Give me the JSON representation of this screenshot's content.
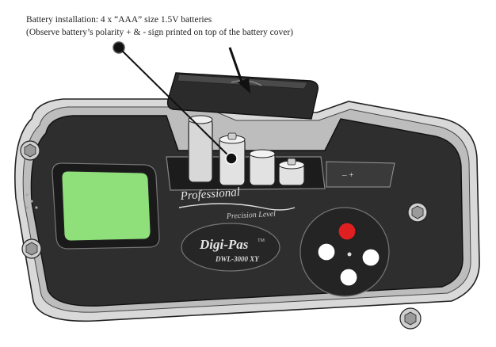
{
  "caption": {
    "line1": "Battery installation: 4 x “AAA” size 1.5V batteries",
    "line2": "(Observe battery’s polarity + & - sign printed on top of the battery cover)"
  },
  "device": {
    "brand_line1": "Professional",
    "brand_line2": "Precision Level",
    "logo_text": "Digi-Pas",
    "logo_tm": "TM",
    "model": "DWL-3000 XY"
  },
  "colors": {
    "body": "#2e2e2e",
    "rim": "#d9d9d9",
    "screen": "#8fe07a",
    "power_button": "#e02020",
    "buttons": "#ffffff"
  },
  "batteries": {
    "count": 4,
    "size": "AAA",
    "voltage": "1.5V"
  }
}
